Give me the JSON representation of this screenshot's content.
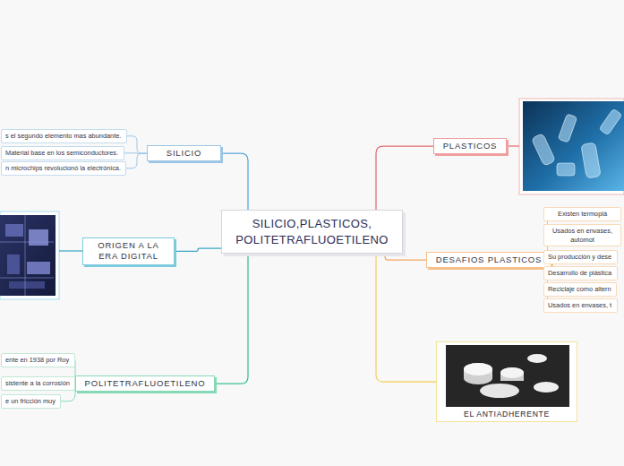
{
  "diagram": {
    "nodes": [
      {
        "text": [
          "SILICIO,PLASTICOS, POLITETRAFLUOETILENO"
        ]
      },
      {
        "text": [
          "SILICIO"
        ]
      },
      {
        "text": [
          "s el segundo elemento mas abundante."
        ]
      },
      {
        "text": [
          "Material base en los semiconductores."
        ]
      },
      {
        "text": [
          "n microchips revolucionó la electrónica."
        ]
      },
      {
        "text": [
          "ORIGEN A LA ERA DIGITAL"
        ]
      },
      {
        "text": [
          "POLITETRAFLUOETILENO"
        ]
      },
      {
        "text": [
          "ente en 1938 por Roy"
        ]
      },
      {
        "text": [
          "sistente a la corrosión"
        ]
      },
      {
        "text": [
          "e un fricción muy"
        ]
      },
      {
        "text": [
          "PLASTICOS"
        ]
      },
      {
        "text": [
          "DESAFIOS PLASTICOS"
        ]
      },
      {
        "text": [
          "Existen termoplá"
        ]
      },
      {
        "text": [
          "Usados en envases, automot"
        ]
      },
      {
        "text": [
          "Su producción y dese"
        ]
      },
      {
        "text": [
          "Desarrollo de plástica"
        ]
      },
      {
        "text": [
          "Reciclaje como altern"
        ]
      },
      {
        "text": [
          "Usados en envases, t"
        ]
      },
      {
        "text": [
          "EL ANTIADHERENTE"
        ]
      }
    ],
    "edges": [
      {
        "from": 0,
        "to": 1,
        "arrow": "none"
      },
      {
        "from": 1,
        "to": 2,
        "arrow": "none"
      },
      {
        "from": 1,
        "to": 3,
        "arrow": "none"
      },
      {
        "from": 1,
        "to": 4,
        "arrow": "none"
      },
      {
        "from": 0,
        "to": 5,
        "arrow": "none"
      },
      {
        "from": 0,
        "to": 6,
        "arrow": "none"
      },
      {
        "from": 6,
        "to": 7,
        "arrow": "none"
      },
      {
        "from": 6,
        "to": 8,
        "arrow": "none"
      },
      {
        "from": 6,
        "to": 9,
        "arrow": "none"
      },
      {
        "from": 0,
        "to": 10,
        "arrow": "none"
      },
      {
        "from": 0,
        "to": 11,
        "arrow": "none"
      },
      {
        "from": 11,
        "to": 12,
        "arrow": "none"
      },
      {
        "from": 11,
        "to": 13,
        "arrow": "none"
      },
      {
        "from": 11,
        "to": 14,
        "arrow": "none"
      },
      {
        "from": 11,
        "to": 15,
        "arrow": "none"
      },
      {
        "from": 11,
        "to": 16,
        "arrow": "none"
      },
      {
        "from": 11,
        "to": 17,
        "arrow": "none"
      },
      {
        "from": 0,
        "to": 18,
        "arrow": "none"
      }
    ]
  }
}
